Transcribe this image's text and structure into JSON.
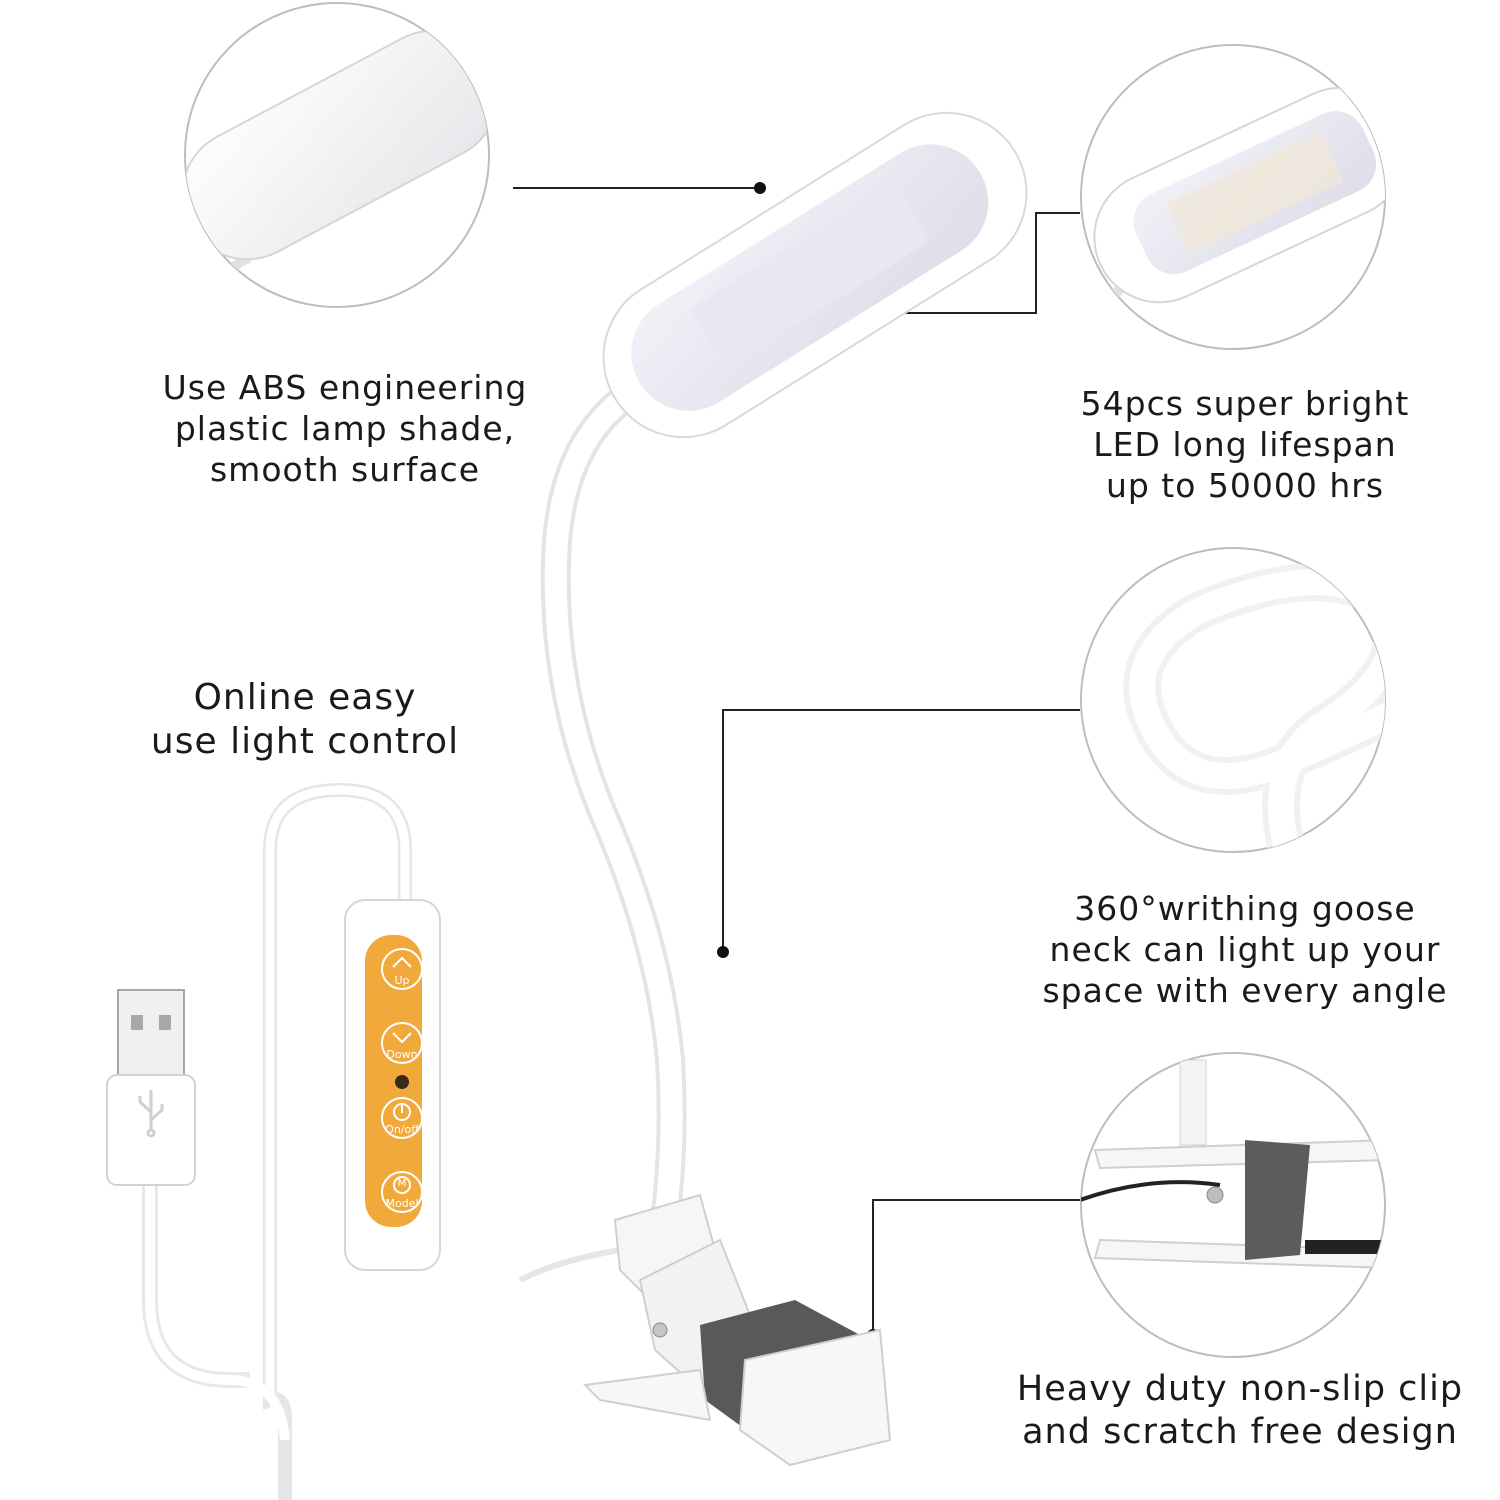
{
  "captions": {
    "abs_shade": [
      "Use ABS engineering",
      "plastic lamp shade,",
      "smooth surface"
    ],
    "led": [
      "54pcs super bright",
      "LED long lifespan",
      "up to 50000 hrs"
    ],
    "online_control": [
      "Online easy",
      "use light control"
    ],
    "gooseneck": [
      "360°writhing goose",
      "neck can light up your",
      "space with every angle"
    ],
    "clip": [
      "Heavy duty non-slip clip",
      "and scratch free design"
    ]
  },
  "controller": {
    "buttons": [
      "Up",
      "Down",
      "On/off",
      "Model"
    ],
    "mode_glyph": "M"
  },
  "colors": {
    "lamp_white": "#ffffff",
    "panel_orange": "#f2a93b",
    "outline_gray": "#cfcfcf",
    "callout_line": "#222222"
  }
}
